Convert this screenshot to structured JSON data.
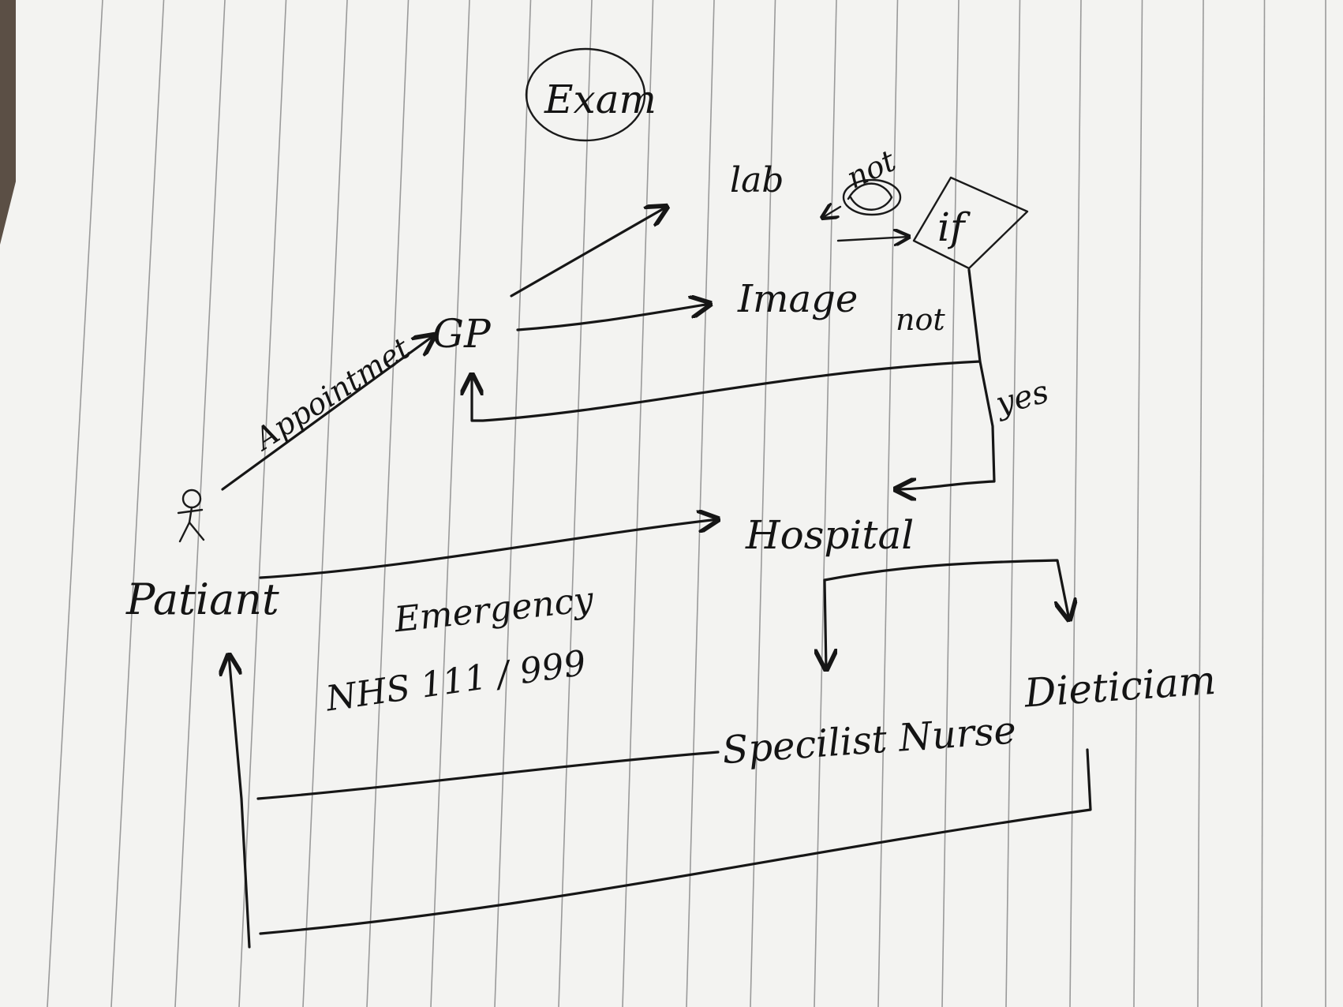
{
  "diagram": {
    "nodes": {
      "exam": "Exam",
      "lab": "lab",
      "image": "Image",
      "gp": "GP",
      "decision": "if",
      "hospital": "Hospital",
      "patient": "Patiant",
      "specialist_nurse": "Specilist Nurse",
      "dietitian": "Dieticiam"
    },
    "edge_labels": {
      "appointment": "Appointmet",
      "not_upper": "not",
      "not_right": "not",
      "yes": "yes",
      "emergency": "Emergency",
      "nhs": "NHS 111 / 999"
    }
  },
  "colors": {
    "ink": "#161616",
    "paper": "#f3f3f1",
    "rule": "#9a9a9a",
    "desk": "#5b4f45"
  }
}
